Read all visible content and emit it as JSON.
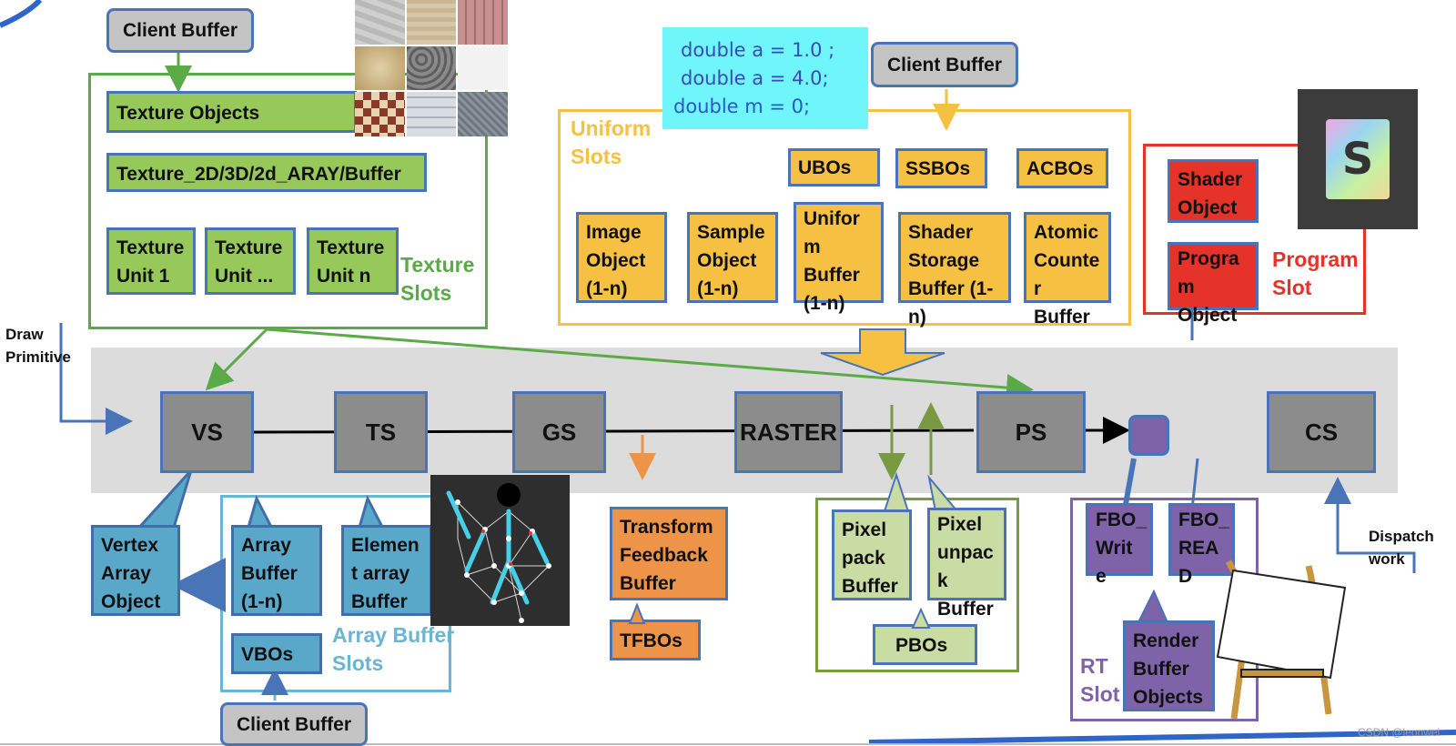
{
  "texture": {
    "client": "Client Buffer",
    "objects": "Texture Objects",
    "types": "Texture_2D/3D/2d_ARAY/Buffer",
    "unit1": "Texture\nUnit 1",
    "unit_dots": "Texture\nUnit ...",
    "unitn": "Texture\nUnit n",
    "slots": "Texture\nSlots"
  },
  "uniform": {
    "code": [
      "double a =  1.0 ;",
      "double a =   4.0;",
      "double m = 0;"
    ],
    "client": "Client Buffer",
    "slots": "Uniform\nSlots",
    "ubos": "UBOs",
    "ssbos": "SSBOs",
    "acbos": "ACBOs",
    "image": "Image\nObject\n(1-n)",
    "sample": "Sample\nObject\n(1-n)",
    "uniform_buffer": "Unifor\nm\nBuffer\n(1-n)",
    "shader_storage": "Shader\nStorage\nBuffer (1-n)",
    "atomic": "Atomic\nCounte\nr Buffer"
  },
  "program": {
    "shader_object": "Shader\nObject",
    "program_object": "Progra\nm\nObject",
    "slot": "Program\nSlot",
    "icon_letter": "S"
  },
  "pipeline": {
    "draw": "Draw\nPrimitive",
    "vs": "VS",
    "ts": "TS",
    "gs": "GS",
    "raster": "RASTER",
    "ps": "PS",
    "cs": "CS",
    "dispatch": "Dispatch\nwork"
  },
  "array": {
    "vao": "Vertex\nArray\nObject",
    "array_buffer": "Array\nBuffer\n(1-n)",
    "element": "Elemen\nt array\nBuffer",
    "vbos": "VBOs",
    "slots": "Array Buffer\nSlots",
    "client": "Client Buffer"
  },
  "transform": {
    "buffer": "Transform\nFeedback\nBuffer",
    "tfbos": "TFBOs"
  },
  "pixel": {
    "pack": "Pixel\npack\nBuffer",
    "unpack": "Pixel\nunpac\nk\nBuffer",
    "pbos": "PBOs"
  },
  "rt": {
    "fbo_write": "FBO_\nWrit\ne",
    "fbo_read": "FBO_\nREA\nD",
    "render": "Render\nBuffer\nObjects",
    "slot": "RT\nSlot"
  },
  "watermark": "CSDN @leonwei",
  "colors": {
    "texture_green": "#5aaa48",
    "uniform_yellow": "#f6c142",
    "program_red": "#e53329",
    "array_blue": "#6cb4d4",
    "pixel_olive": "#7a9a42",
    "rt_purple": "#7e63a8",
    "pipeline_gray": "#dcdcdc",
    "stage_gray": "#8c8c8c",
    "connector_blue": "#4a74b8"
  }
}
